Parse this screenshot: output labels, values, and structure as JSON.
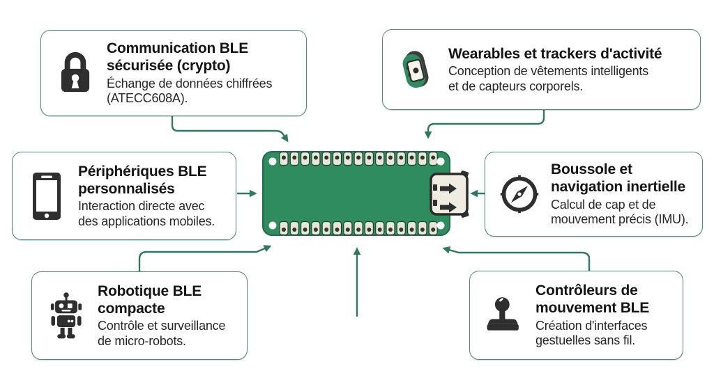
{
  "palette": {
    "box_border": "#4f8b70",
    "arrow": "#2f7a5c",
    "pcb_green": "#2e8c5f",
    "pcb_edge": "#1f6b4a",
    "pad_fill": "#eae5d8",
    "pad_hole": "#2a3a31",
    "icon_dark": "#2f2f2f",
    "title_text": "#141414",
    "body_text": "#262626"
  },
  "board": {
    "pins_per_row": 15,
    "rows": 2,
    "corner_holes": 4,
    "connector_icon": "micro-usb-connector"
  },
  "boxes": [
    {
      "id": "ble-secure-communication",
      "icon": "lock-icon",
      "title": "Communication BLE\nsécurisée (crypto)",
      "body": "Échange de données chiffrées\n(ATECC608A)."
    },
    {
      "id": "wearables-activity-trackers",
      "icon": "fitness-band-icon",
      "title": "Wearables et trackers d'activité",
      "body": "Conception de vêtements intelligents\net de capteurs corporels."
    },
    {
      "id": "custom-ble-peripherals",
      "icon": "smartphone-icon",
      "title": "Périphériques BLE\npersonnalisés",
      "body": "Interaction directe avec\ndes applications mobiles."
    },
    {
      "id": "compass-inertial-navigation",
      "icon": "compass-icon",
      "title": "Boussole et\nnavigation inertielle",
      "body": "Calcul de cap et de\nmouvement précis (IMU)."
    },
    {
      "id": "compact-ble-robotics",
      "icon": "robot-icon",
      "title": "Robotique BLE\ncompacte",
      "body": "Contrôle et surveillance\nde micro-robots."
    },
    {
      "id": "ble-motion-controllers",
      "icon": "joystick-icon",
      "title": "Contrôleurs de\nmouvement BLE",
      "body": "Création d'interfaces\ngestuelles sans fil."
    }
  ]
}
